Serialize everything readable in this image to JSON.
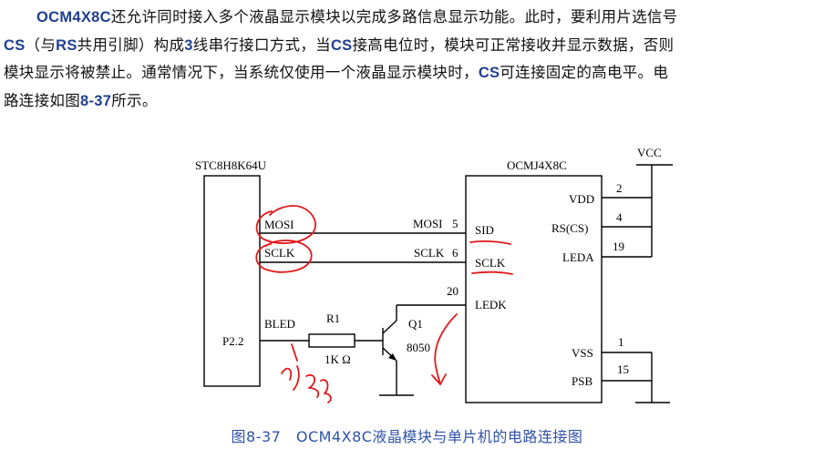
{
  "paragraph": {
    "l1a": "OCM4X8C",
    "l1b": "还允许同时接入多个液晶显示模块以完成多路信息显示功能。此时，要利用片选信号",
    "l2a": "CS",
    "l2b": "（与",
    "l2c": "RS",
    "l2d": "共用引脚）构成",
    "l2e": "3",
    "l2f": "线串行接口方式，当",
    "l2g": "CS",
    "l2h": "接高电位时，模块可正常接收并显示数据，否则",
    "l3a": "模块显示将被禁止。通常情况下，当系统仅使用一个液晶显示模块时，",
    "l3b": "CS",
    "l3c": "可连接固定的高电平。电",
    "l4a": "路连接如图",
    "l4b": "8-37",
    "l4c": "所示。"
  },
  "diagram": {
    "mcu_name": "STC8H8K64U",
    "lcd_name": "OCMJ4X8C",
    "vcc": "VCC",
    "mcu_pins": {
      "mosi": "MOSI",
      "sclk": "SCLK",
      "p22": "P2.2",
      "bled": "BLED"
    },
    "wire_labels": {
      "mosi": "MOSI",
      "sclk": "SCLK"
    },
    "pin_numbers": {
      "p5": "5",
      "p6": "6",
      "p20": "20",
      "p2": "2",
      "p4": "4",
      "p19": "19",
      "p1": "1",
      "p15": "15"
    },
    "lcd_pins": {
      "sid": "SID",
      "sclk": "SCLK",
      "ledk": "LEDK",
      "vdd": "VDD",
      "rs": "RS(CS)",
      "leda": "LEDA",
      "vss": "VSS",
      "psb": "PSB"
    },
    "resistor": {
      "name": "R1",
      "value": "1K Ω"
    },
    "transistor": {
      "name": "Q1",
      "part": "8050"
    }
  },
  "caption": "图8-37　OCM4X8C液晶模块与单片机的电路连接图",
  "colors": {
    "text": "#111111",
    "highlight": "#1f3f8f",
    "caption": "#2f52a8",
    "annotation": "#e0191b"
  }
}
